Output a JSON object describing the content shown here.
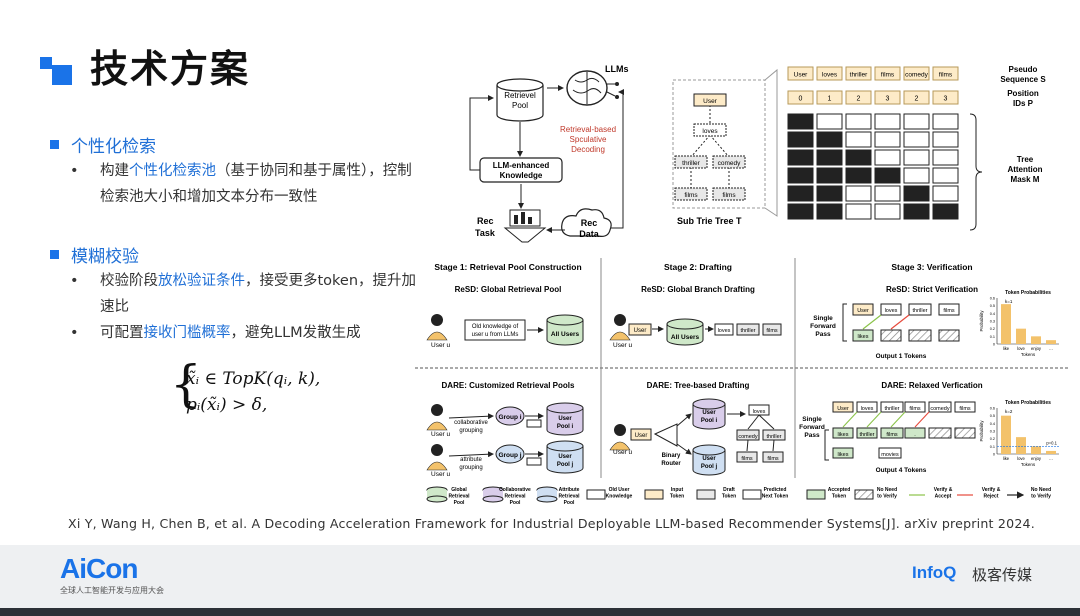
{
  "slide": {
    "title": "技术方案",
    "sections": [
      {
        "heading": "个性化检索",
        "items": [
          {
            "before": "构建",
            "highlight": "个性化检索池",
            "after": "（基于协同和基于属性），控制检索池大小和增加文本分布一致性"
          }
        ]
      },
      {
        "heading": "模糊校验",
        "items": [
          {
            "before": "校验阶段",
            "highlight": "放松验证条件",
            "after": "，接受更多token，提升加速比"
          },
          {
            "before": "可配置",
            "highlight": "接收门槛概率",
            "after": "，避免LLM发散生成"
          }
        ]
      }
    ],
    "formula": {
      "line1": "x̃ᵢ ∈ TopK(qᵢ, k),",
      "line2": "pᵢ(x̃ᵢ) > δ,"
    },
    "citation": "Xi Y, Wang H, Chen B, et al. A Decoding Acceleration Framework for Industrial Deployable LLM-based Recommender Systems[J]. arXiv preprint 2024."
  },
  "footer": {
    "left_logo": "AiCon",
    "left_sub": "全球人工智能开发与应用大会",
    "right_logo": "InfoQ",
    "right_text": "极客传媒"
  },
  "figure": {
    "top_diagram": {
      "llms": "LLMs",
      "retrieval_pool": [
        "Retrievel",
        "Pool"
      ],
      "retrieval_decoding": [
        "Retrieval-based",
        "Spculative",
        "Decoding"
      ],
      "knowledge": [
        "LLM-enhanced",
        "Knowledge"
      ],
      "rec_task": [
        "Rec",
        "Task"
      ],
      "rec_data": [
        "Rec",
        "Data"
      ]
    },
    "trie": {
      "nodes": [
        "User",
        "loves",
        "thriller",
        "comedy",
        "films",
        "films"
      ],
      "caption": "Sub Trie Tree T",
      "pseudo_tokens": [
        "User",
        "loves",
        "thriller",
        "films",
        "comedy",
        "films"
      ],
      "position_ids": [
        "0",
        "1",
        "2",
        "3",
        "2",
        "3"
      ],
      "pseudo_label": [
        "Pseudo",
        "Sequence S"
      ],
      "position_label": [
        "Position",
        "IDs P"
      ],
      "mask_label": [
        "Tree",
        "Attention",
        "Mask M"
      ],
      "mask": [
        [
          1,
          0,
          0,
          0,
          0,
          0
        ],
        [
          1,
          1,
          0,
          0,
          0,
          0
        ],
        [
          1,
          1,
          1,
          0,
          0,
          0
        ],
        [
          1,
          1,
          1,
          1,
          0,
          0
        ],
        [
          1,
          1,
          0,
          0,
          1,
          0
        ],
        [
          1,
          1,
          0,
          0,
          1,
          1
        ]
      ]
    },
    "stages": [
      "Stage 1: Retrieval Pool Construction",
      "Stage 2: Drafting",
      "Stage 3: Verification"
    ],
    "resd": {
      "s1_title": "ReSD: Global Retrieval Pool",
      "s1_knowledge": [
        "Old knowledge of",
        "user u from LLMs"
      ],
      "s1_pool": "All Users",
      "user_label": "User u",
      "s2_title": "ReSD: Global Branch Drafting",
      "s2_user": "User",
      "s2_pool": "All Users",
      "s2_tokens": [
        "loves",
        "thriller",
        "films"
      ],
      "s3_title": "ReSD: Strict Verification",
      "s3_forward": [
        "Single",
        "Forward",
        "Pass"
      ],
      "s3_top": [
        "User",
        "loves",
        "thriller",
        "films"
      ],
      "s3_bottom": [
        "likes"
      ],
      "s3_output": "Output 1 Tokens"
    },
    "dare": {
      "s1_title": "DARE: Customized Retrieval Pools",
      "s1_collab": [
        "collaborative",
        "grouping"
      ],
      "s1_group_i": "Group i",
      "s1_pool_i": [
        "User",
        "Pool i"
      ],
      "s1_attr": [
        "attribute",
        "grouping"
      ],
      "s1_group_j": "Group j",
      "s1_pool_j": [
        "User",
        "Pool j"
      ],
      "s2_title": "DARE: Tree-based Drafting",
      "s2_router": [
        "Binary",
        "Router"
      ],
      "s2_tokens": [
        "loves",
        "comedy",
        "thriller",
        "films",
        "films"
      ],
      "s3_title": "DARE: Relaxed Verfication",
      "s3_top": [
        "User",
        "loves",
        "thriller",
        "films",
        "comedy",
        "films"
      ],
      "s3_mid": [
        "likes",
        "thriller",
        "films"
      ],
      "s3_movies": "movies",
      "s3_output": "Output 4 Tokens"
    },
    "prob_chart_1": {
      "title": "Token Probabilities",
      "ylabel": "Probability",
      "categories": [
        "like",
        "love",
        "enjoy",
        "..."
      ],
      "values": [
        0.52,
        0.2,
        0.1,
        0.05
      ],
      "yticks": [
        "0",
        "0.1",
        "0.2",
        "0.3",
        "0.4",
        "0.5",
        "0.6"
      ],
      "annotation": "k=1",
      "xlabel": "Tokens"
    },
    "prob_chart_2": {
      "title": "Token Probabilities",
      "ylabel": "Probability",
      "categories": [
        "like",
        "love",
        "enjoy",
        "..."
      ],
      "values": [
        0.5,
        0.22,
        0.1,
        0.04
      ],
      "yticks": [
        "0",
        "0.1",
        "0.2",
        "0.3",
        "0.4",
        "0.5",
        "0.6"
      ],
      "annotation": "k=2",
      "threshold": "p=0.1",
      "xlabel": "Tokens"
    },
    "legend": [
      [
        "Global",
        "Retrieval",
        "Pool"
      ],
      [
        "Collaborative",
        "Retrieval",
        "Pool"
      ],
      [
        "Attribute",
        "Retrieval",
        "Pool"
      ],
      [
        "Old User",
        "Knowledge"
      ],
      [
        "Input",
        "Token"
      ],
      [
        "Draft",
        "Token"
      ],
      [
        "Predicted",
        "Next Token"
      ],
      [
        "Accepted",
        "Token"
      ],
      [
        "No Need",
        "to Verify"
      ],
      [
        "Verify &",
        "Accept"
      ],
      [
        "Verify &",
        "Reject"
      ],
      [
        "No Need",
        "to Verify"
      ]
    ],
    "colors": {
      "input_token": "#fdebc8",
      "accepted_token": "#cfe8c9",
      "collab_pool": "#d9cdea",
      "attr_pool": "#cfdff2",
      "accept_arrow": "#8bc34a",
      "reject_arrow": "#e64a3c",
      "bar": "#f3c26b"
    }
  }
}
